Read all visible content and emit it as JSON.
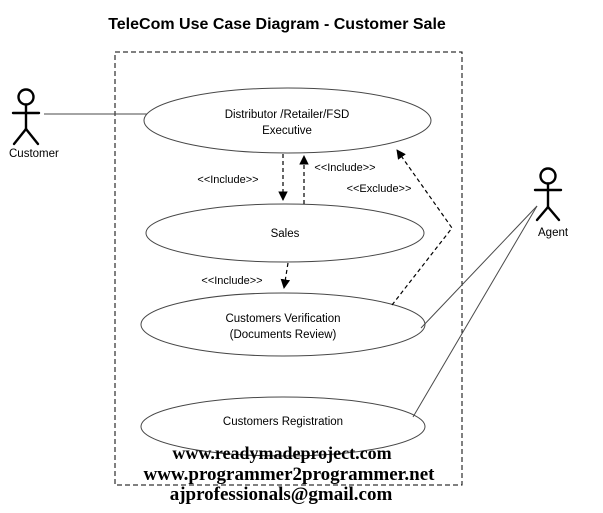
{
  "title": "TeleCom Use Case Diagram - Customer Sale",
  "actors": {
    "customer": {
      "label": "Customer"
    },
    "agent": {
      "label": "Agent"
    }
  },
  "use_cases": {
    "distributor": {
      "line1": "Distributor /Retailer/FSD",
      "line2": "Executive"
    },
    "sales": {
      "line1": "Sales"
    },
    "verification": {
      "line1": "Customers Verification",
      "line2": "(Documents Review)"
    },
    "registration": {
      "line1": "Customers Registration"
    }
  },
  "relationships": {
    "include_left": "<<Include>>",
    "include_right": "<<Include>>",
    "exclude": "<<Exclude>>",
    "include_mid": "<<Include>>"
  },
  "watermark": {
    "line1": "www.readymadeproject.com",
    "line2": "www.programmer2programmer.net",
    "line3": "ajprofessionals@gmail.com",
    "color": "#a9efe5"
  },
  "colors": {
    "background": "#ffffff",
    "stroke": "#000000",
    "ellipse_stroke": "#474747"
  }
}
